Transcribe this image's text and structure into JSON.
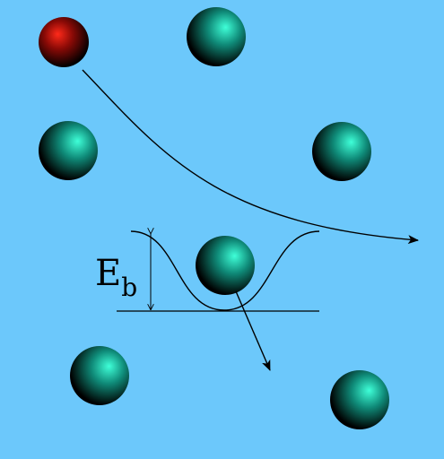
{
  "colors": {
    "background": "#6cc8fb",
    "teal_highlight": "#3fffd8",
    "teal_mid": "#0f8a78",
    "red_highlight": "#ff2a1a",
    "red_mid": "#8a0a06",
    "shadow": "#000000",
    "line": "#000000"
  },
  "label": {
    "main": "E",
    "sub": "b"
  },
  "particles": [
    {
      "kind": "red",
      "name": "incoming-red-particle"
    },
    {
      "kind": "teal",
      "name": "lattice-particle"
    },
    {
      "kind": "teal",
      "name": "lattice-particle"
    },
    {
      "kind": "teal",
      "name": "lattice-particle"
    },
    {
      "kind": "teal",
      "name": "bound-particle"
    },
    {
      "kind": "teal",
      "name": "lattice-particle"
    },
    {
      "kind": "teal",
      "name": "lattice-particle"
    }
  ]
}
